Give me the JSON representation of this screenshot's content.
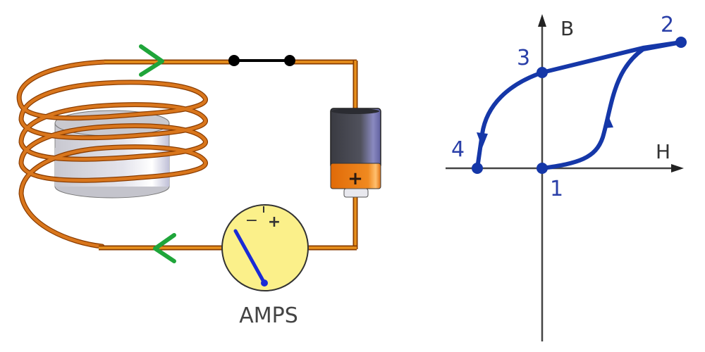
{
  "circuit": {
    "meter_label": "AMPS",
    "meter_minus": "−",
    "meter_plus": "+",
    "battery_plus": "+",
    "colors": {
      "wire": "#c8660f",
      "wire_highlight": "#f0b040",
      "arrow": "#1fa53a",
      "meter_face": "#fbf08a",
      "needle": "#1a2bd6",
      "battery_body": "#3d3e46",
      "battery_cap": "#e8780e",
      "core": "#d4d4dc"
    }
  },
  "graph": {
    "y_axis_label": "B",
    "x_axis_label": "H",
    "points": [
      {
        "id": "1",
        "label": "1"
      },
      {
        "id": "2",
        "label": "2"
      },
      {
        "id": "3",
        "label": "3"
      },
      {
        "id": "4",
        "label": "4"
      }
    ],
    "curve_color": "#1537a8"
  }
}
